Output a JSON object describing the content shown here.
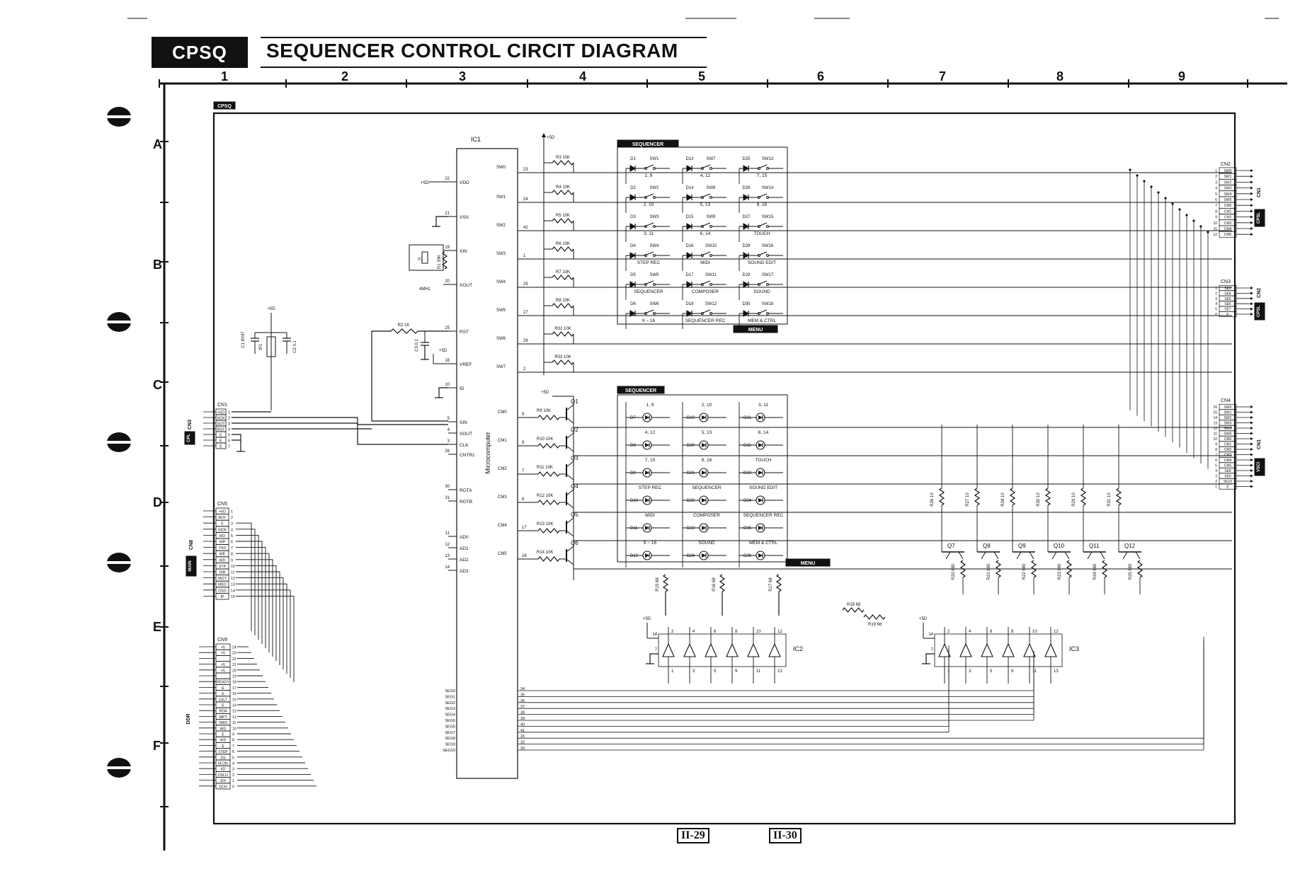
{
  "header": {
    "tag": "CPSQ",
    "title": "SEQUENCER CONTROL CIRCIT DIAGRAM"
  },
  "grid": {
    "columns": [
      "1",
      "2",
      "3",
      "4",
      "5",
      "6",
      "7",
      "8",
      "9"
    ],
    "rows": [
      "A",
      "B",
      "C",
      "D",
      "E",
      "F"
    ]
  },
  "board_tag": "CPSQ",
  "ic1": {
    "name": "IC1",
    "type": "Microcomputer",
    "left_pins": [
      {
        "num": "22",
        "name": "VDD"
      },
      {
        "num": "21",
        "name": "VSS"
      },
      {
        "num": "19",
        "name": "XIN"
      },
      {
        "num": "20",
        "name": "XOUT"
      },
      {
        "num": "25",
        "name": "RST"
      },
      {
        "num": "18",
        "name": "VREF"
      },
      {
        "num": "10",
        "name": "ID"
      },
      {
        "num": "5",
        "name": "SIN"
      },
      {
        "num": "4",
        "name": "SOUT"
      },
      {
        "num": "3",
        "name": "CLK"
      },
      {
        "num": "26",
        "name": "CNTR1"
      },
      {
        "num": "30",
        "name": "ROTA"
      },
      {
        "num": "31",
        "name": "ROTB"
      },
      {
        "num": "11",
        "name": "AD0"
      },
      {
        "num": "12",
        "name": "AD1"
      },
      {
        "num": "13",
        "name": "AD2"
      },
      {
        "num": "14",
        "name": "AD3"
      }
    ],
    "sw_pins": [
      {
        "net": "SW0",
        "num": "23"
      },
      {
        "net": "SW1",
        "num": "24"
      },
      {
        "net": "SW2",
        "num": "42"
      },
      {
        "net": "SW3",
        "num": "1"
      },
      {
        "net": "SW4",
        "num": "25"
      },
      {
        "net": "SW5",
        "num": "27"
      },
      {
        "net": "SW6",
        "num": "28"
      },
      {
        "net": "SW7",
        "num": "2"
      }
    ],
    "cm_pins": [
      {
        "net": "CM0",
        "num": "9"
      },
      {
        "net": "CM1",
        "num": "8"
      },
      {
        "net": "CM2",
        "num": "7"
      },
      {
        "net": "CM3",
        "num": "6"
      },
      {
        "net": "CM4",
        "num": "17"
      },
      {
        "net": "CM5",
        "num": "16"
      }
    ],
    "seg_pins": [
      {
        "net": "SEG0",
        "num": "34"
      },
      {
        "net": "SEG1",
        "num": "35"
      },
      {
        "net": "SEG2",
        "num": "36"
      },
      {
        "net": "SEG3",
        "num": "37"
      },
      {
        "net": "SEG4",
        "num": "38"
      },
      {
        "net": "SEG5",
        "num": "39"
      },
      {
        "net": "SEG6",
        "num": "40"
      },
      {
        "net": "SEG7",
        "num": "41"
      },
      {
        "net": "SEG8",
        "num": "15"
      },
      {
        "net": "SEG9",
        "num": "32"
      },
      {
        "net": "SEG10",
        "num": "33"
      }
    ]
  },
  "power": "+5D",
  "crystal": {
    "ref": "X1",
    "freq": "4MHz",
    "resistor": "R1 33K"
  },
  "reset": {
    "r": "R2 1K",
    "c": "C3 0.1"
  },
  "caps": {
    "c1": "C1 8V47",
    "c2": "C2 0.1",
    "ip": "IP1"
  },
  "sw_resistors": [
    "R3 10K",
    "R4 10K",
    "R5 10K",
    "R6 10K",
    "R7 10K",
    "R8 10K",
    "R32 10K",
    "R33 10K"
  ],
  "cm_resistors": [
    "R9 10K",
    "R10 10K",
    "R11 10K",
    "R12 10K",
    "R13 10K",
    "R14 10K"
  ],
  "transistors": [
    "Q1",
    "Q2",
    "Q3",
    "Q4",
    "Q5",
    "Q6"
  ],
  "sequencer_block": {
    "label": "SEQUENCER",
    "menu_label": "MENU",
    "switches": [
      [
        {
          "d": "D1",
          "sw": "SW1",
          "name": "1, 9"
        },
        {
          "d": "D13",
          "sw": "SW7",
          "name": "4, 12"
        },
        {
          "d": "D25",
          "sw": "SW13",
          "name": "7, 15"
        }
      ],
      [
        {
          "d": "D2",
          "sw": "SW2",
          "name": "2, 10"
        },
        {
          "d": "D14",
          "sw": "SW8",
          "name": "5, 13"
        },
        {
          "d": "D26",
          "sw": "SW14",
          "name": "8, 16"
        }
      ],
      [
        {
          "d": "D3",
          "sw": "SW3",
          "name": "3, 11"
        },
        {
          "d": "D15",
          "sw": "SW9",
          "name": "6, 14"
        },
        {
          "d": "D27",
          "sw": "SW15",
          "name": "TOUCH"
        }
      ],
      [
        {
          "d": "D4",
          "sw": "SW4",
          "name": "STEP REC"
        },
        {
          "d": "D16",
          "sw": "SW10",
          "name": "MIDI"
        },
        {
          "d": "D28",
          "sw": "SW16",
          "name": "SOUND EDIT"
        }
      ],
      [
        {
          "d": "D5",
          "sw": "SW5",
          "name": "SEQUENCER"
        },
        {
          "d": "D17",
          "sw": "SW11",
          "name": "COMPOSER"
        },
        {
          "d": "D29",
          "sw": "SW17",
          "name": "SOUND"
        }
      ],
      [
        {
          "d": "D6",
          "sw": "SW6",
          "name": "9 ~ 16"
        },
        {
          "d": "D18",
          "sw": "SW12",
          "name": "SEQUENCER REC"
        },
        {
          "d": "D30",
          "sw": "SW18",
          "name": "MEM & CTRL"
        }
      ]
    ]
  },
  "led_block": {
    "label": "SEQUENCER",
    "menu_label": "MENU",
    "leds": [
      [
        {
          "d": "D7",
          "name": "1, 9"
        },
        {
          "d": "D19",
          "name": "2, 10"
        },
        {
          "d": "D31",
          "name": "3, 11"
        }
      ],
      [
        {
          "d": "D8",
          "name": "4, 12"
        },
        {
          "d": "D20",
          "name": "5, 13"
        },
        {
          "d": "D32",
          "name": "6, 14"
        }
      ],
      [
        {
          "d": "D9",
          "name": "7, 15"
        },
        {
          "d": "D21",
          "name": "8, 16"
        },
        {
          "d": "D33",
          "name": "TOUCH"
        }
      ],
      [
        {
          "d": "D10",
          "name": "STEP REC"
        },
        {
          "d": "D22",
          "name": "SEQUENCER"
        },
        {
          "d": "D34",
          "name": "SOUND EDIT"
        }
      ],
      [
        {
          "d": "D11",
          "name": "MIDI"
        },
        {
          "d": "D23",
          "name": "COMPOSER"
        },
        {
          "d": "D35",
          "name": "SEQUENCER REC"
        }
      ],
      [
        {
          "d": "D12",
          "name": "9 ~ 16"
        },
        {
          "d": "D24",
          "name": "SOUND"
        },
        {
          "d": "D36",
          "name": "MEM & CTRL"
        }
      ]
    ]
  },
  "led_resistors": [
    "R15 68",
    "R16 68",
    "R17 68",
    "R18 68",
    "R19 68"
  ],
  "ic2": {
    "name": "IC2",
    "in_pins": [
      "2",
      "4",
      "6",
      "8",
      "10",
      "12"
    ],
    "out_pins": [
      "1",
      "3",
      "5",
      "9",
      "11",
      "13"
    ],
    "vcc": "14",
    "gnd": "7"
  },
  "ic3": {
    "name": "IC3",
    "in_pins": [
      "2",
      "4",
      "6",
      "8",
      "10",
      "12"
    ],
    "out_pins": [
      "1",
      "3",
      "5",
      "9",
      "11",
      "13"
    ],
    "vcc": "14",
    "gnd": "7"
  },
  "drivers": {
    "transistors": [
      "Q7",
      "Q8",
      "Q9",
      "Q10",
      "Q11",
      "Q12"
    ],
    "base_resistors": [
      "R26 10",
      "R27 10",
      "R28 10",
      "R30 10",
      "R29 10",
      "R31 10"
    ],
    "load_resistors": [
      "R20 680",
      "R21 680",
      "R22 680",
      "R23 680",
      "R24 680",
      "R25 680"
    ]
  },
  "cn1": {
    "name": "CN1",
    "link": "CN3",
    "board": "CPL",
    "pins": [
      {
        "n": "1",
        "s": "+5D"
      },
      {
        "n": "2",
        "s": "SCK"
      },
      {
        "n": "3",
        "s": "SOT"
      },
      {
        "n": "4",
        "s": "RST"
      },
      {
        "n": "5",
        "s": "E"
      },
      {
        "n": "6",
        "s": "E"
      },
      {
        "n": "7",
        "s": "E"
      }
    ]
  },
  "cn5": {
    "name": "CN5",
    "link": "CN8",
    "board": "MAIN",
    "pins": [
      {
        "n": "1",
        "s": "+5D"
      },
      {
        "n": "2",
        "s": "RDY"
      },
      {
        "n": "3",
        "s": "E"
      },
      {
        "n": "4",
        "s": "SIDE"
      },
      {
        "n": "5",
        "s": "RD"
      },
      {
        "n": "6",
        "s": "WP"
      },
      {
        "n": "7",
        "s": "TK0"
      },
      {
        "n": "8",
        "s": "WE"
      },
      {
        "n": "9",
        "s": "WD"
      },
      {
        "n": "10",
        "s": "STP"
      },
      {
        "n": "11",
        "s": "DIR"
      },
      {
        "n": "12",
        "s": "MOT"
      },
      {
        "n": "13",
        "s": "MED"
      },
      {
        "n": "14",
        "s": "DSO"
      },
      {
        "n": "15",
        "s": "IP"
      }
    ]
  },
  "cn9": {
    "name": "CN9",
    "board": "DDR",
    "pins": [
      {
        "n": "24",
        "s": "+5"
      },
      {
        "n": "23",
        "s": "+5"
      },
      {
        "n": "22",
        "s": ""
      },
      {
        "n": "21",
        "s": "+5"
      },
      {
        "n": "20",
        "s": "+5"
      },
      {
        "n": "19",
        "s": ""
      },
      {
        "n": "18",
        "s": "READY"
      },
      {
        "n": "17",
        "s": "E"
      },
      {
        "n": "16",
        "s": "E"
      },
      {
        "n": "15",
        "s": "1SLT"
      },
      {
        "n": "14",
        "s": "E"
      },
      {
        "n": "13",
        "s": "RDA"
      },
      {
        "n": "12",
        "s": "WPT"
      },
      {
        "n": "11",
        "s": "TAK0"
      },
      {
        "n": "10",
        "s": "WG"
      },
      {
        "n": "9",
        "s": "E"
      },
      {
        "n": "8",
        "s": "WD"
      },
      {
        "n": "7",
        "s": "E"
      },
      {
        "n": "6",
        "s": "STEP"
      },
      {
        "n": "5",
        "s": "DS"
      },
      {
        "n": "4",
        "s": "M.ON"
      },
      {
        "n": "3",
        "s": "4D"
      },
      {
        "n": "2",
        "s": "DSLO"
      },
      {
        "n": "1",
        "s": "SIX"
      },
      {
        "n": "0",
        "s": "DCH"
      }
    ]
  },
  "cn2": {
    "name": "CN2",
    "link": "CN1",
    "board": "CPSL",
    "pins": [
      {
        "n": "1",
        "s": "SW0"
      },
      {
        "n": "2",
        "s": "SW1"
      },
      {
        "n": "3",
        "s": "SW2"
      },
      {
        "n": "4",
        "s": "SW3"
      },
      {
        "n": "5",
        "s": "SW4"
      },
      {
        "n": "6",
        "s": "SW5"
      },
      {
        "n": "7",
        "s": "CM0"
      },
      {
        "n": "8",
        "s": "CM1"
      },
      {
        "n": "9",
        "s": "CM2"
      },
      {
        "n": "10",
        "s": "CM3"
      },
      {
        "n": "11",
        "s": "CM4"
      },
      {
        "n": "12",
        "s": "CM5"
      }
    ]
  },
  "cn3": {
    "name": "CN3",
    "link": "CN2",
    "board": "CPSL",
    "pins": [
      {
        "n": "1",
        "s": "SE3"
      },
      {
        "n": "2",
        "s": "SE4"
      },
      {
        "n": "3",
        "s": "SE5"
      },
      {
        "n": "4",
        "s": "SE6"
      },
      {
        "n": "5",
        "s": "SE7"
      },
      {
        "n": "6",
        "s": "E"
      }
    ]
  },
  "cn4": {
    "name": "CN4",
    "link": "CN1",
    "board": "VSCI",
    "pins": [
      {
        "n": "16",
        "s": "SW0"
      },
      {
        "n": "15",
        "s": "SW1"
      },
      {
        "n": "14",
        "s": "SW2"
      },
      {
        "n": "13",
        "s": "SW3"
      },
      {
        "n": "12",
        "s": "SW4"
      },
      {
        "n": "11",
        "s": "SW5"
      },
      {
        "n": "10",
        "s": "CM0"
      },
      {
        "n": "9",
        "s": "CM1"
      },
      {
        "n": "8",
        "s": "CM2"
      },
      {
        "n": "7",
        "s": "CM3"
      },
      {
        "n": "6",
        "s": "CM4"
      },
      {
        "n": "5",
        "s": "CM5"
      },
      {
        "n": "4",
        "s": "SE8"
      },
      {
        "n": "3",
        "s": "SE9"
      },
      {
        "n": "2",
        "s": "SE10"
      },
      {
        "n": "1",
        "s": "E"
      }
    ]
  },
  "footer": {
    "page_left": "II-29",
    "page_right": "II-30"
  }
}
